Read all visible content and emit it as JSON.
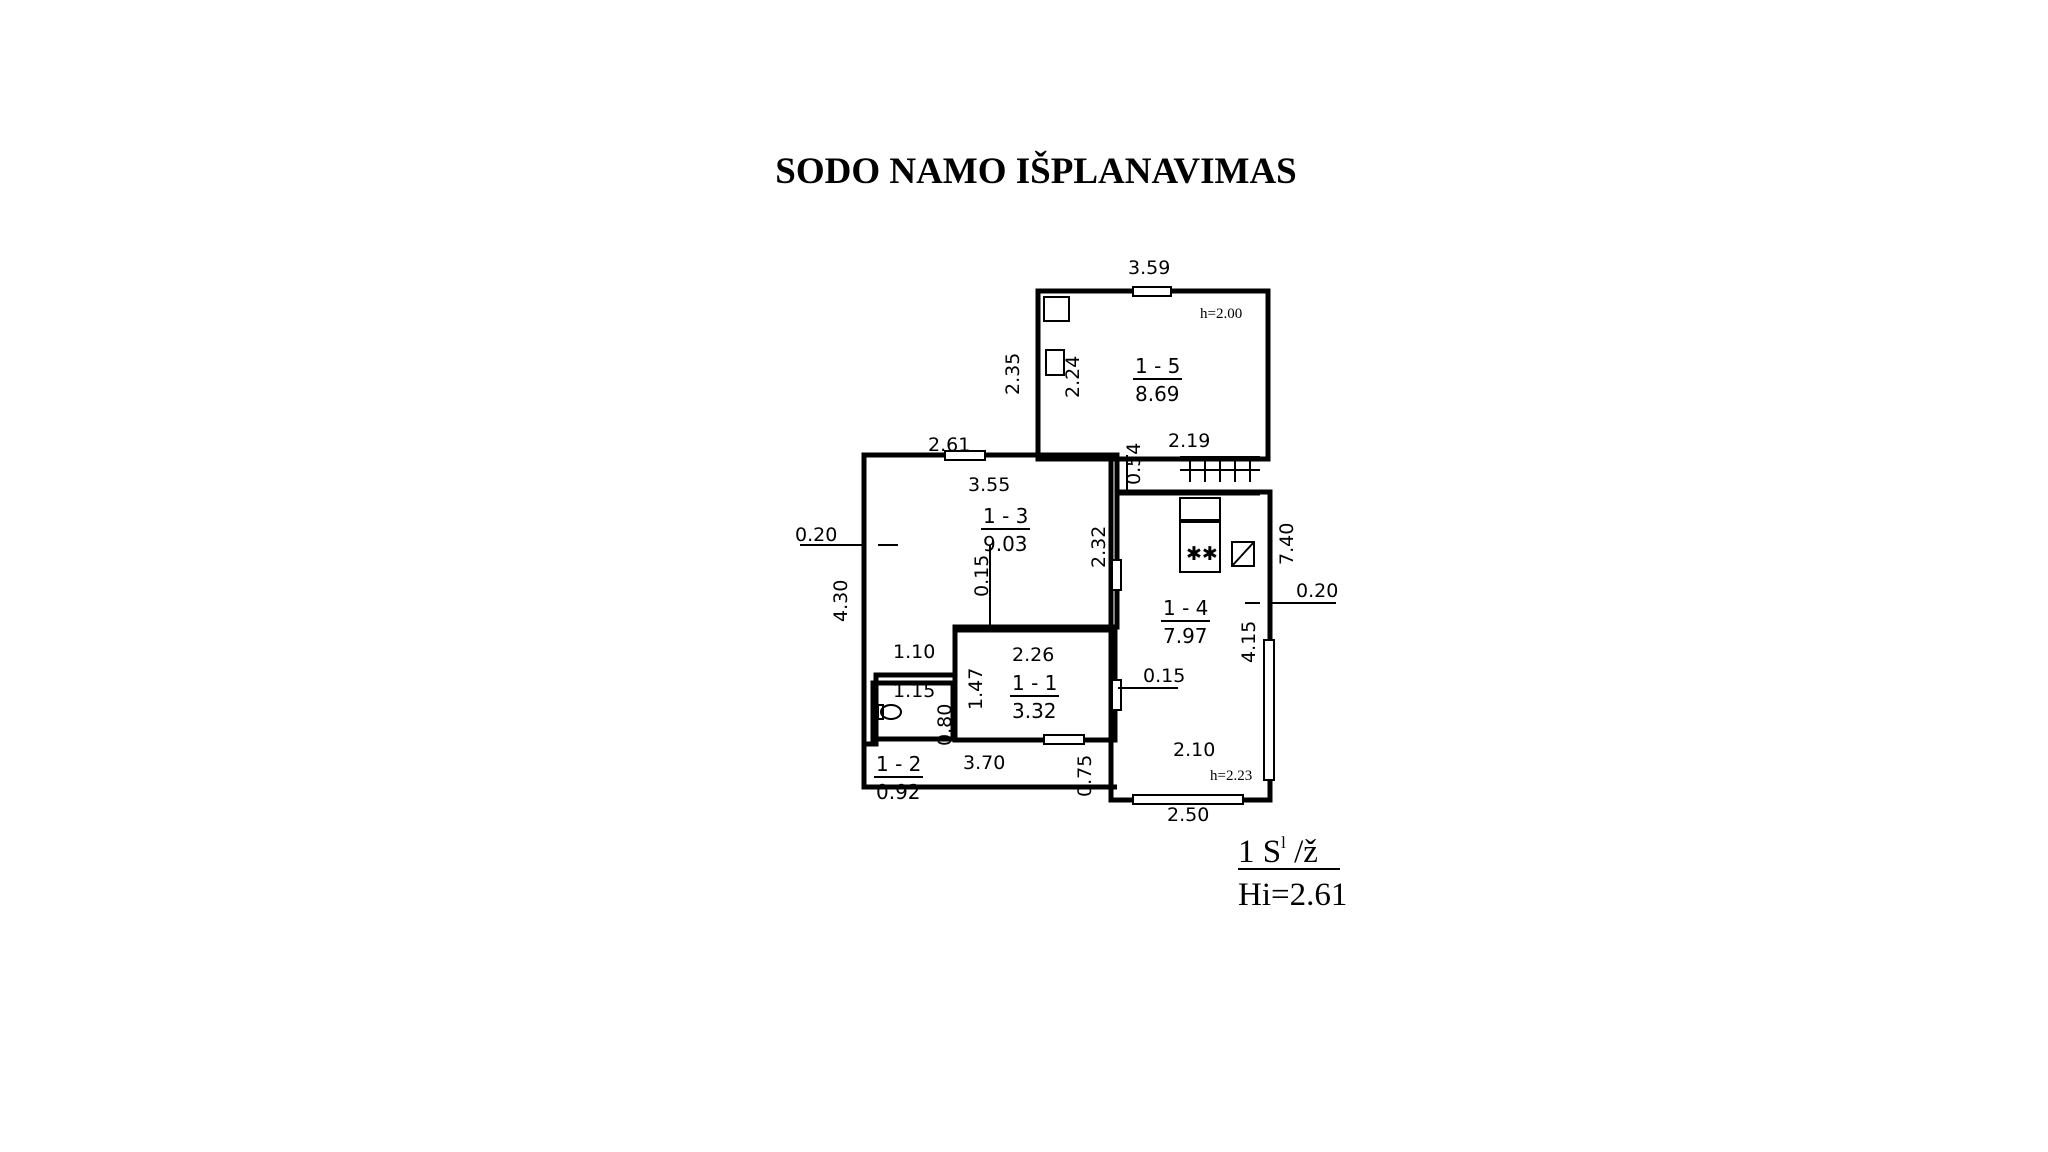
{
  "title": "SODO NAMO IŠPLANAVIMAS",
  "rooms": [
    {
      "number": "1 - 5",
      "area": "8.69"
    },
    {
      "number": "1 - 3",
      "area": "9.03"
    },
    {
      "number": "1 - 4",
      "area": "7.97"
    },
    {
      "number": "1 - 1",
      "area": "3.32"
    },
    {
      "number": "1 - 2",
      "area": "0.92"
    }
  ],
  "heights": {
    "room_1_5": "h=2.00",
    "room_1_4": "h=2.23"
  },
  "dimensions": {
    "top_width": "3.59",
    "room15_outer_height": "2.35",
    "room15_inner_height": "2.24",
    "room15_width": "2.19",
    "room13_top_outer": "2.61",
    "room13_width": "3.55",
    "left_wall": "0.20",
    "left_height": "4.30",
    "room13_height": "2.32",
    "wall_015_vertical": "0.15",
    "step_054": "0.54",
    "right_total": "7.40",
    "right_wall": "0.20",
    "room14_height": "4.15",
    "room14_width": "2.10",
    "room14_bottom_outer": "2.50",
    "room13_lower_left": "1.10",
    "room11_width": "2.26",
    "room11_height": "1.47",
    "room11_wall": "0.15",
    "room12_width": "1.15",
    "room12_height": "0.80",
    "bottom_len": "3.70",
    "bottom_small": "0.75"
  },
  "legend": {
    "line1": "1  S",
    "superscript": "l",
    "suffix": " /ž",
    "line2": "Hi=2.61"
  },
  "icons": [
    "toilet-icon",
    "stove-icon",
    "chimney-icon",
    "stairs-icon"
  ]
}
